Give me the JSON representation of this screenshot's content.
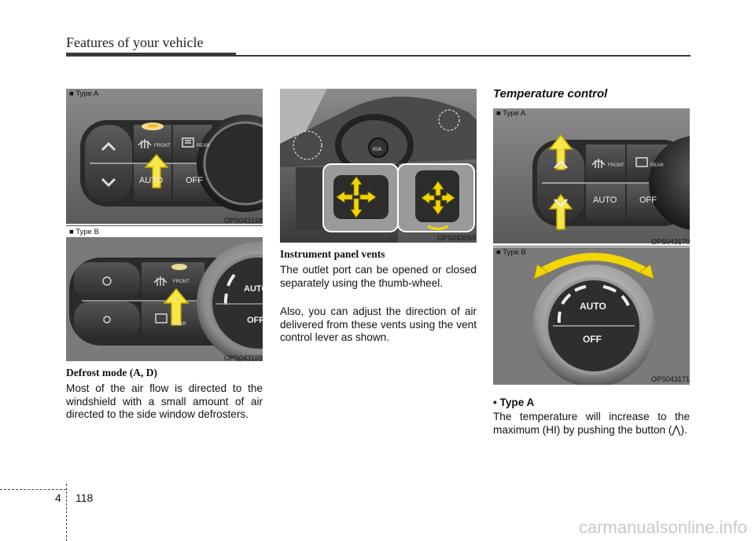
{
  "header": {
    "title": "Features of your vehicle"
  },
  "figures": {
    "fig1": {
      "type_label": "■ Type A",
      "code": "OPS043168",
      "btn_front": "FRONT",
      "btn_rear": "REAR",
      "btn_auto": "AUTO",
      "btn_off": "OFF"
    },
    "fig2": {
      "type_label": "■ Type B",
      "code": "OPS043169",
      "btn_front": "FRONT",
      "btn_rear": "REAR",
      "knob_auto": "AUTO",
      "knob_off": "OFF"
    },
    "fig3": {
      "code": "OPS043059"
    },
    "fig4": {
      "type_label": "■ Type A",
      "code": "OPS043170",
      "btn_front": "FRONT",
      "btn_rear": "REAR",
      "btn_auto": "AUTO",
      "btn_off": "OFF"
    },
    "fig5": {
      "type_label": "■ Type B",
      "code": "OPS043171",
      "knob_auto": "AUTO",
      "knob_off": "OFF"
    }
  },
  "col1": {
    "heading": "Defrost mode (A, D)",
    "body": "Most of the air flow is directed to the windshield with a small amount of air directed to the side window defrosters."
  },
  "col2": {
    "heading": "Instrument panel vents",
    "para1": "The outlet port can be opened or closed separately using the thumb-wheel.",
    "para2": "Also, you can adjust the direction of air delivered from these vents using the vent control lever as shown."
  },
  "col3": {
    "heading": "Temperature control",
    "bullet": "• Type A",
    "body": "The temperature will increase to the maximum (HI) by pushing the button (⋀)."
  },
  "footer": {
    "chapter": "4",
    "page": "118"
  },
  "watermark": "carmanualsonline.info",
  "colors": {
    "arrow_yellow": "#f5e64a",
    "arrow_stroke": "#c8a800",
    "vent_arrow": "#f2d600",
    "panel_bg": "#6e6e6e"
  }
}
